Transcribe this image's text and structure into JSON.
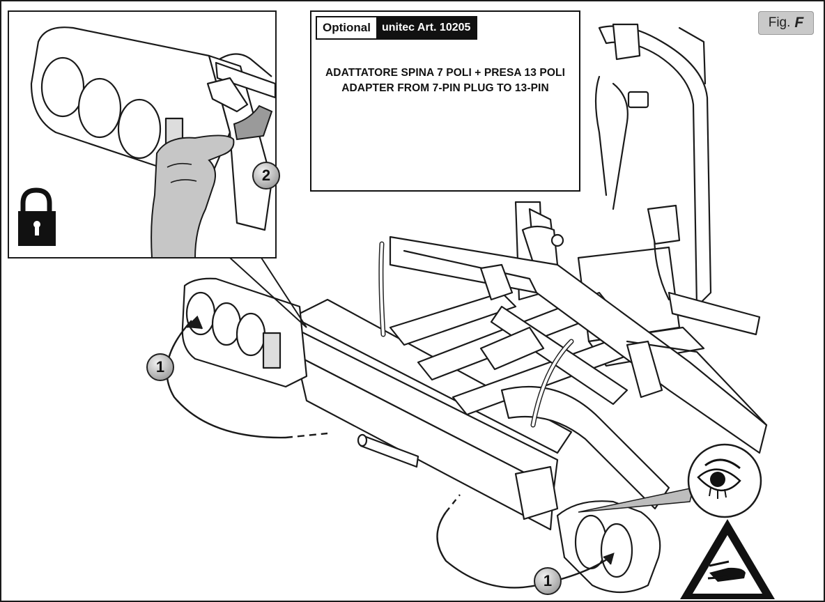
{
  "figure_label": {
    "prefix": "Fig.",
    "letter": "F"
  },
  "optional_box": {
    "tag_label": "Optional",
    "article_label": "unitec Art. 10205",
    "line_it": "ADATTATORE SPINA 7 POLI + PRESA 13 POLI",
    "line_en": "ADAPTER FROM 7-PIN PLUG TO 13-PIN"
  },
  "callouts": {
    "tail_light_left": "1",
    "release_lever": "2",
    "tail_light_right": "1"
  },
  "icons": [
    "lock-icon",
    "eye-icon",
    "hand-warning-icon",
    "socket-7-pin-icon",
    "socket-13-pin-icon",
    "adapter-plug-icon"
  ],
  "colors": {
    "line": "#1a1a1a",
    "fill_gray": "#c8c8c8",
    "badge": "#c9c9c9",
    "ink": "#111111"
  }
}
